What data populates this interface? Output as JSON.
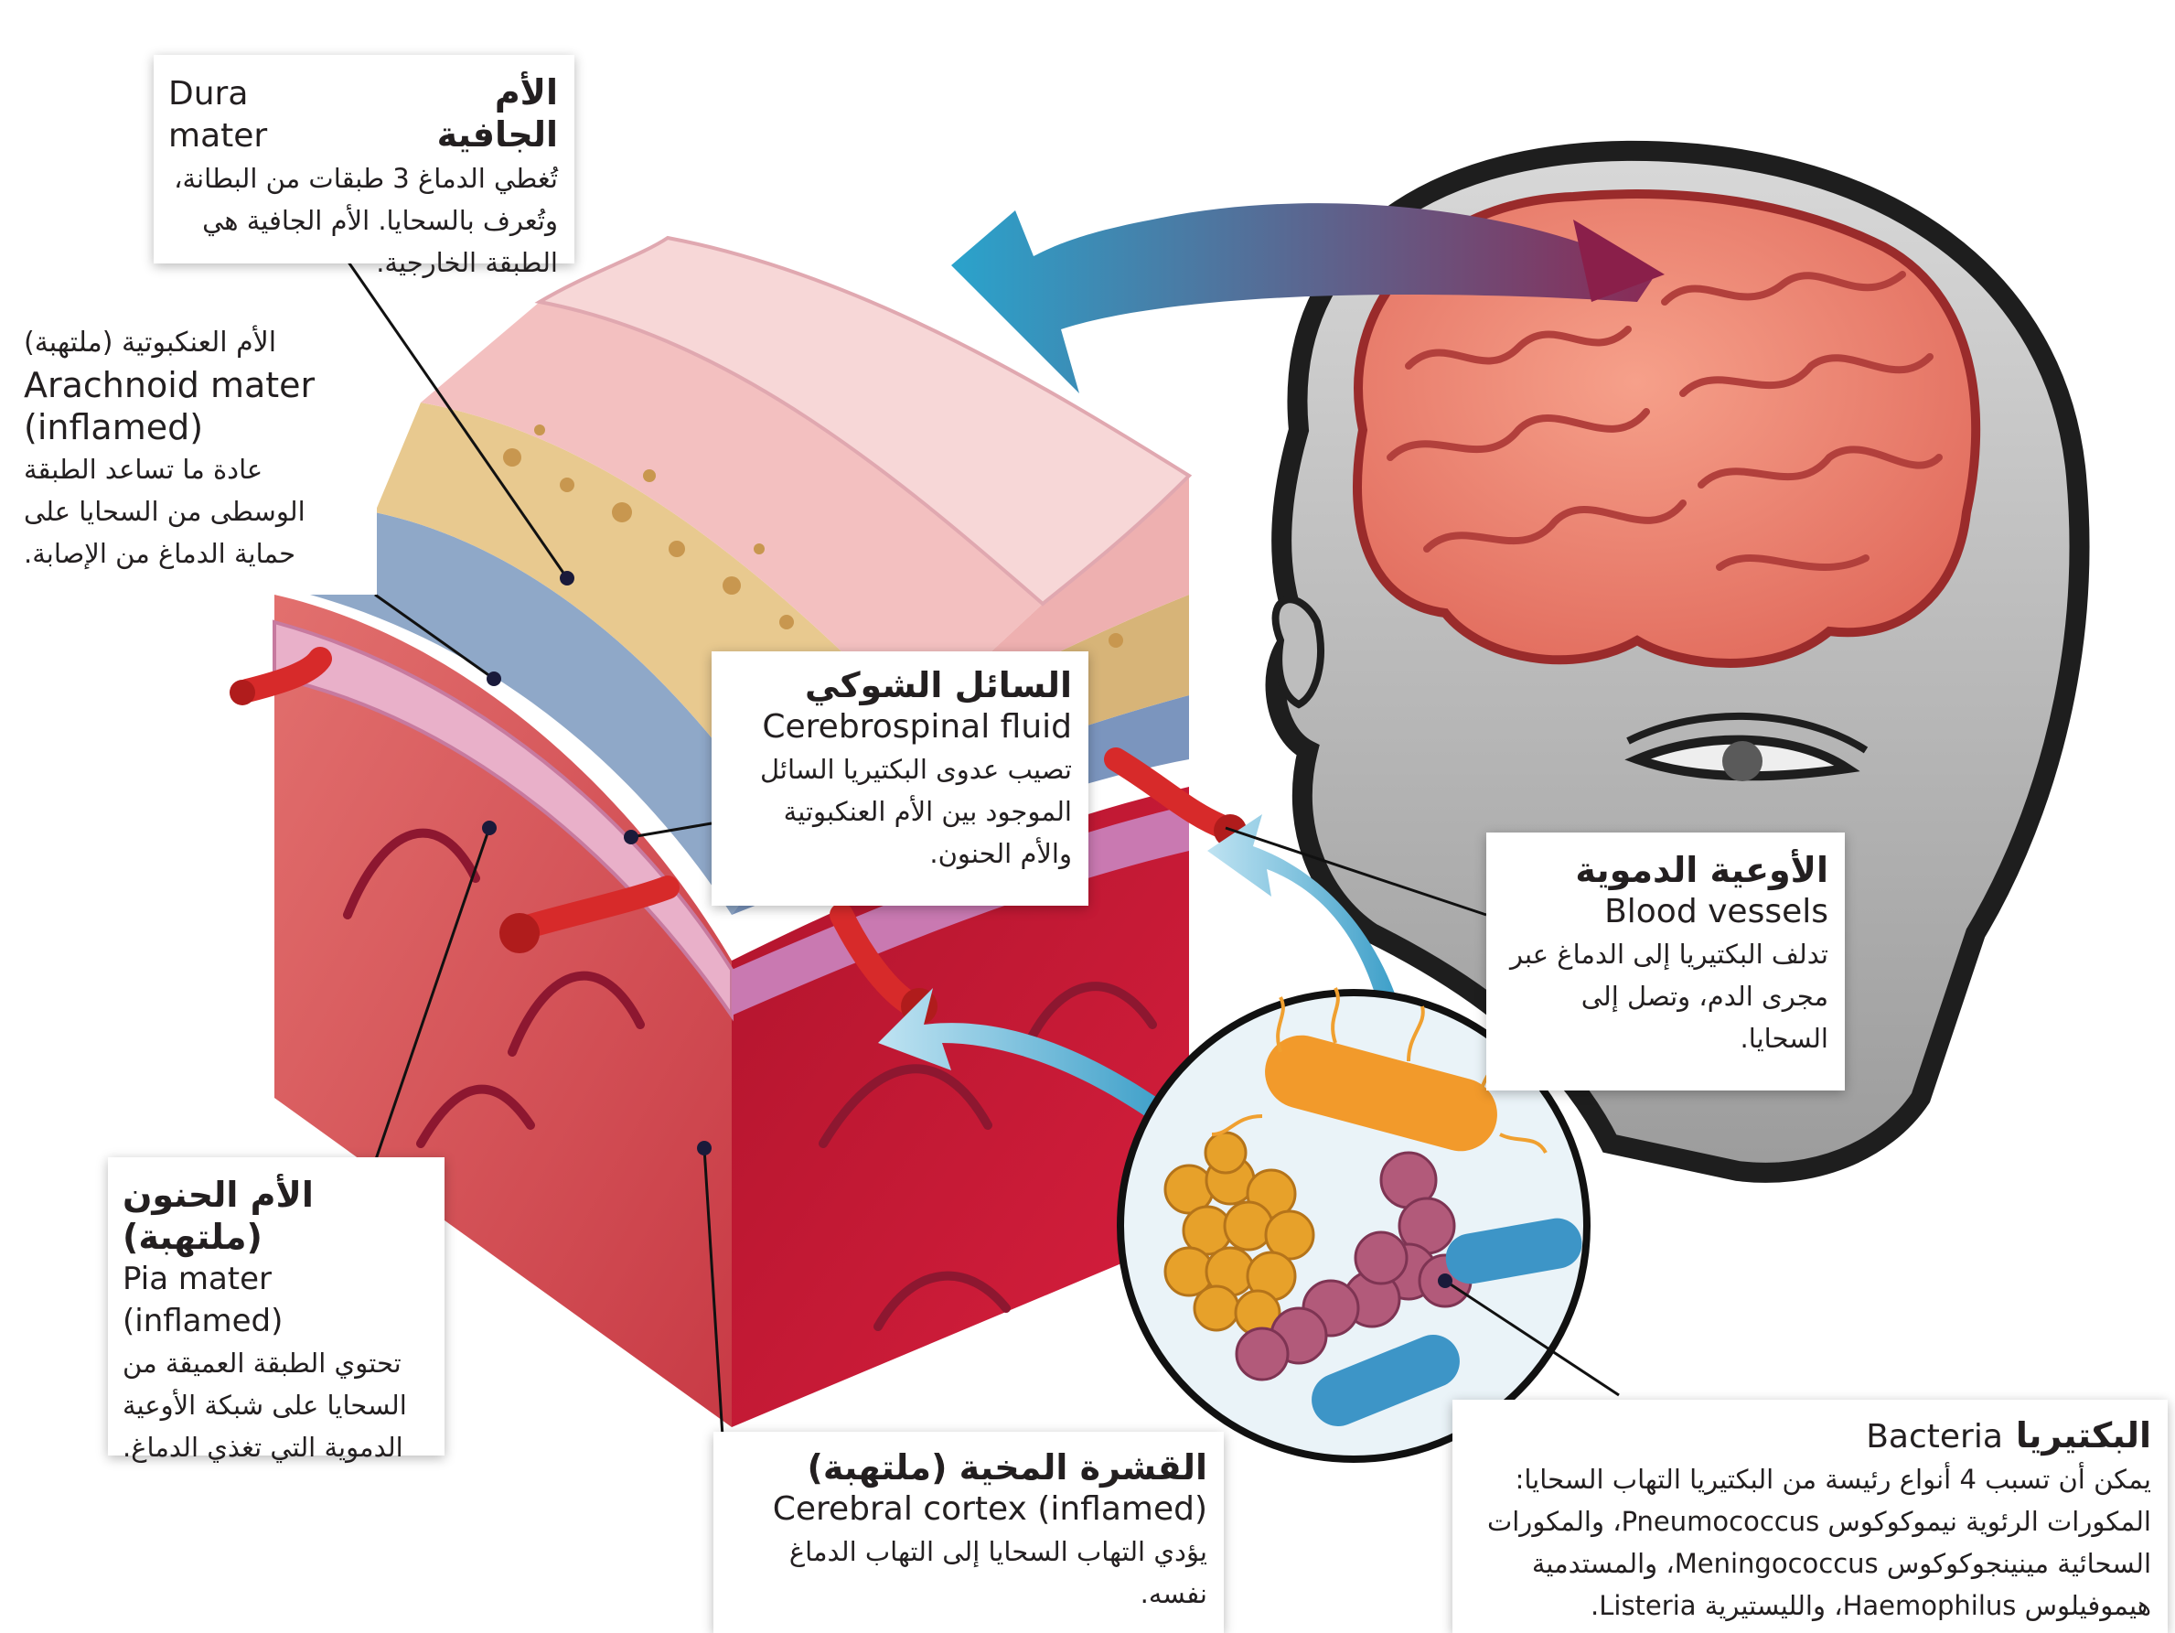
{
  "labels": {
    "dura": {
      "ar_title": "الأم الجافية",
      "en_title": "Dura mater",
      "body": "تُغطي الدماغ 3 طبقات من البطانة، وتُعرف بالسحايا. الأم الجافية هي الطبقة الخارجية."
    },
    "arachnoid": {
      "ar_title": "الأم العنكبوتية (ملتهبة)",
      "en_title": "Arachnoid mater (inflamed)",
      "body": "عادة ما تساعد الطبقة الوسطى من السحايا على حماية الدماغ من الإصابة."
    },
    "csf": {
      "ar_title": "السائل الشوكي",
      "en_title": "Cerebrospinal fluid",
      "body": "تصيب عدوى البكتيريا السائل الموجود بين الأم العنكبوتية والأم الحنون."
    },
    "blood": {
      "ar_title": "الأوعية الدموية",
      "en_title": "Blood vessels",
      "body": "تدلف البكتيريا إلى الدماغ عبر مجرى الدم، وتصل إلى السحايا."
    },
    "pia": {
      "ar_title": "الأم الحنون (ملتهبة)",
      "en_title": "Pia mater (inflamed)",
      "body": "تحتوي الطبقة العميقة من السحايا على شبكة الأوعية الدموية التي تغذي الدماغ."
    },
    "cortex": {
      "ar_title": "القشرة المخية (ملتهبة)",
      "en_title": "Cerebral cortex (inflamed)",
      "body": "يؤدي التهاب السحايا إلى التهاب الدماغ نفسه."
    },
    "bacteria": {
      "ar_title": "البكتيريا",
      "en_title": "Bacteria",
      "body": "يمكن أن تسبب 4 أنواع رئيسة من البكتيريا التهاب السحايا: المكورات الرئوية نيموكوكوس Pneumococcus، والمكورات السحائية مينينجوكوكوس Meningococcus، والمستدمية هيموفيلوس Haemophilus، والليستيرية Listeria."
    }
  },
  "colors": {
    "skin": "#f0a79a",
    "bone": "#e8c98f",
    "arachnoid": "#8fa6c6",
    "cortex": "#c8223b",
    "arrow": "#3aa3c9",
    "head": "#9a9a9a"
  }
}
